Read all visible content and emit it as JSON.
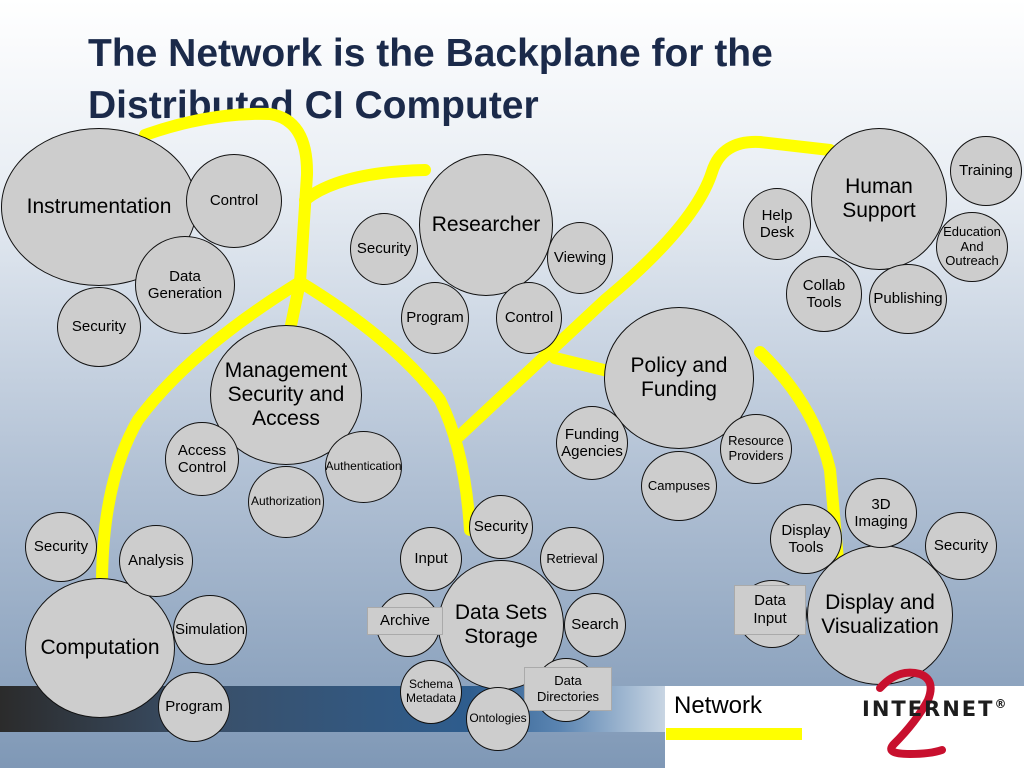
{
  "slide": {
    "title_line1": "The Network is the Backplane for the",
    "title_line2": "Distributed CI Computer"
  },
  "colors": {
    "network_line": "#ffff00",
    "node_fill": "#cdcdcd",
    "title_text": "#1b2a4a",
    "logo_red": "#c8102e"
  },
  "nodes": {
    "instrumentation": "Instrumentation",
    "instr_control": "Control",
    "data_generation": "Data\nGeneration",
    "instr_security": "Security",
    "researcher": "Researcher",
    "res_security": "Security",
    "viewing": "Viewing",
    "res_program": "Program",
    "res_control": "Control",
    "human_support": "Human\nSupport",
    "training": "Training",
    "help_desk": "Help\nDesk",
    "education_outreach": "Education\nAnd\nOutreach",
    "collab_tools": "Collab\nTools",
    "publishing": "Publishing",
    "management": "Management\nSecurity and\nAccess",
    "access_control": "Access\nControl",
    "authentication": "Authentication",
    "authorization": "Authorization",
    "policy_funding": "Policy and\nFunding",
    "funding_agencies": "Funding\nAgencies",
    "resource_providers": "Resource\nProviders",
    "campuses": "Campuses",
    "computation": "Computation",
    "comp_security": "Security",
    "analysis": "Analysis",
    "simulation": "Simulation",
    "comp_program": "Program",
    "data_sets_storage": "Data Sets\nStorage",
    "ds_security": "Security",
    "input": "Input",
    "retrieval": "Retrieval",
    "archive": "Archive",
    "search": "Search",
    "schema_metadata": "Schema\nMetadata",
    "data_directories": "Data\nDirectories",
    "ontologies": "Ontologies",
    "display_visualization": "Display and\nVisualization",
    "imaging_3d": "3D\nImaging",
    "display_tools": "Display\nTools",
    "vis_security": "Security",
    "data_input": "Data\nInput"
  },
  "legend": {
    "network_label": "Network"
  },
  "logo": {
    "text": "INTERNET",
    "reg": "®",
    "icon": "internet2-logo-icon"
  }
}
